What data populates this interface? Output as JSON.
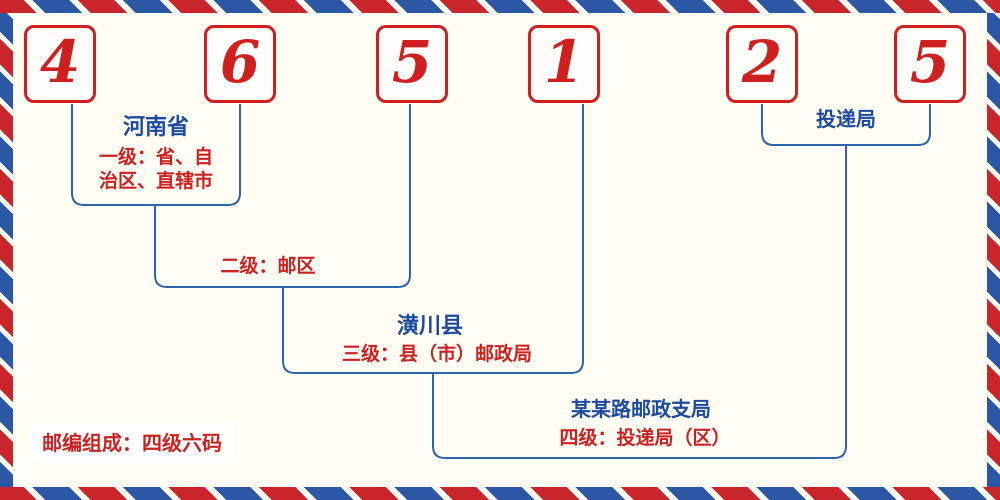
{
  "page": {
    "bg": "#fffdf4",
    "accent_red": "#c9252b",
    "accent_blue": "#2b57a5",
    "line_blue": "#2e64ae",
    "digit_red": "#d01f1f"
  },
  "postal_code": {
    "digits": [
      "4",
      "6",
      "5",
      "1",
      "2",
      "5"
    ]
  },
  "labels": {
    "level1_place": "河南省",
    "level1_desc_line1": "一级：省、自",
    "level1_desc_line2": "治区、直辖市",
    "level2_desc": "二级：邮区",
    "level3_place": "潢川县",
    "level3_desc": "三级：县（市）邮政局",
    "level4_place": "某某路邮政支局",
    "level4_desc": "四级：投递局（区）",
    "delivery_office": "投递局",
    "footer_note": "邮编组成：四级六码"
  }
}
